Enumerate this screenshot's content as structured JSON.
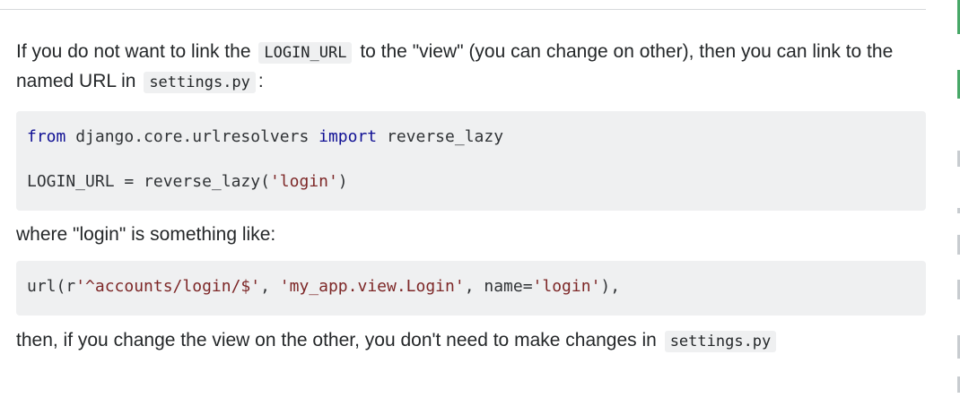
{
  "answer": {
    "p1": {
      "t1": "If you do not want to link the",
      "c1": "LOGIN_URL",
      "t2": "to the \"view\" (you can change on other), then you can link to the named URL in",
      "c2": "settings.py",
      "t3": ":"
    },
    "code1": {
      "l1_kw1": "from",
      "l1_mid": " django.core.urlresolvers ",
      "l1_kw2": "import",
      "l1_end": " reverse_lazy",
      "l2_pre": "LOGIN_URL = reverse_lazy(",
      "l2_str": "'login'",
      "l2_post": ")"
    },
    "p2": {
      "text": "where \"login\" is something like:"
    },
    "code2": {
      "a": "url(r",
      "s1": "'^accounts/login/$'",
      "b": ", ",
      "s2": "'my_app.view.Login'",
      "c": ", name=",
      "s3": "'login'",
      "d": "),"
    },
    "p3": {
      "t1": "then, if you change the view on the other, you don't need to make changes in",
      "c1": "settings.py"
    }
  },
  "colors": {
    "text": "#242729",
    "code_bg": "#eff0f1",
    "keyword": "#101094",
    "string": "#7d2727",
    "accent_green": "#48a868"
  }
}
